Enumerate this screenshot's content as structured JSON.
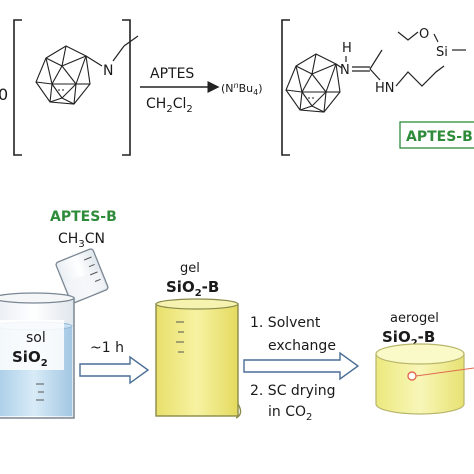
{
  "reaction": {
    "left_charge": "0",
    "nitrile_n": "N",
    "reagent": "APTES",
    "solvent_main": "CH",
    "solvent_sub1": "2",
    "solvent_mid": "Cl",
    "solvent_sub2": "2",
    "counter_ion_open": "(N",
    "counter_ion_sup": "n",
    "counter_ion_mid": "Bu",
    "counter_ion_sub": "4",
    "counter_ion_close": ")",
    "product_h": "H",
    "product_n1": "N",
    "product_hn": "HN",
    "product_o": "O",
    "product_si": "Si",
    "product_label": "APTES-B"
  },
  "process": {
    "added_label": "APTES-B",
    "added_solvent_main": "CH",
    "added_solvent_sub": "3",
    "added_solvent_end": "CN",
    "sol_word": "sol",
    "sol_name_main": "SiO",
    "sol_name_sub": "2",
    "time_label": "~1 h",
    "gel_word": "gel",
    "gel_name_main": "SiO",
    "gel_name_sub": "2",
    "gel_name_end": "-B",
    "step1_line1": "1. Solvent",
    "step1_line2": "exchange",
    "step2_line1": "2. SC drying",
    "step2_line2_main": "in CO",
    "step2_line2_sub": "2",
    "aerogel_word": "aerogel",
    "aerogel_name_main": "SiO",
    "aerogel_name_sub": "2",
    "aerogel_name_end": "-B"
  },
  "colors": {
    "label_green": "#2e8b3a",
    "gel_yellow": "#f2ec88",
    "sol_blue": "#bcd9ee",
    "aerogel_yellow": "#f4f2a6",
    "aerogel_dot": "#e06a50"
  }
}
